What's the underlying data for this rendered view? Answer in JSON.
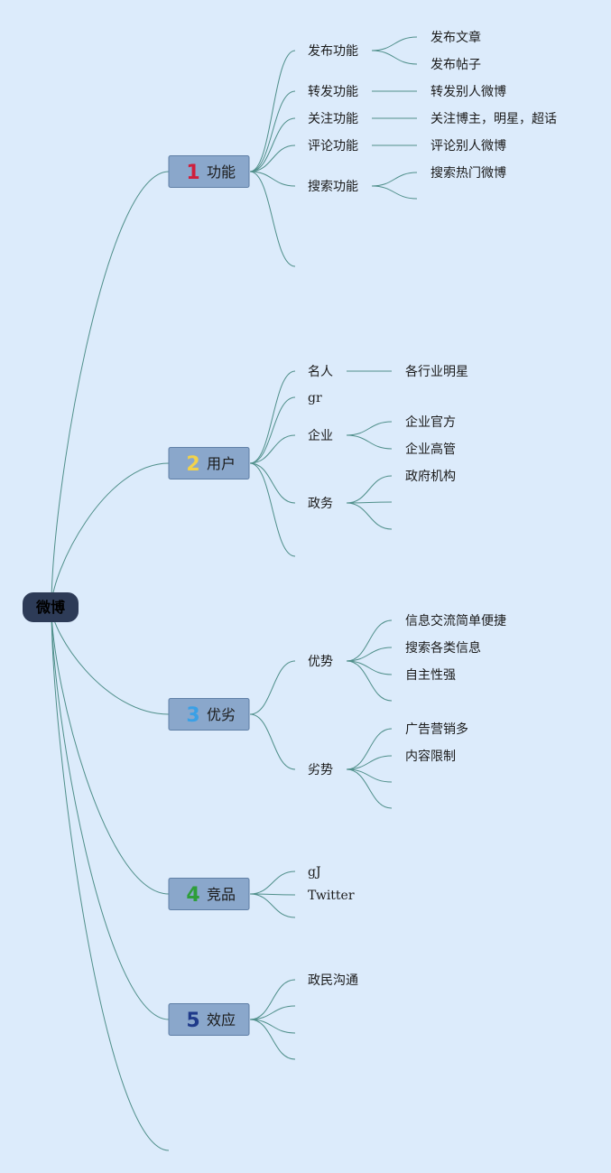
{
  "root": {
    "label": "微博"
  },
  "branches": [
    {
      "num": "1",
      "num_color": "#cf1f3c",
      "label": "功能",
      "children": [
        {
          "label": "发布功能",
          "leaves": [
            "发布文章",
            "发布帖子"
          ]
        },
        {
          "label": "转发功能",
          "leaves": [
            "转发别人微博"
          ]
        },
        {
          "label": "关注功能",
          "leaves": [
            "关注博主，明星，超话"
          ]
        },
        {
          "label": "评论功能",
          "leaves": [
            "评论别人微博"
          ]
        },
        {
          "label": "搜索功能",
          "leaves": [
            "搜索热门微博",
            ""
          ]
        },
        {
          "label": "",
          "leaves": []
        }
      ]
    },
    {
      "num": "2",
      "num_color": "#f2d24a",
      "label": "用户",
      "children": [
        {
          "label": "名人",
          "leaves": [
            "各行业明星"
          ]
        },
        {
          "label": "gr",
          "leaves": []
        },
        {
          "label": "企业",
          "leaves": [
            "企业官方",
            "企业高管"
          ]
        },
        {
          "label": "政务",
          "leaves": [
            "政府机构",
            "",
            ""
          ]
        },
        {
          "label": "",
          "leaves": []
        }
      ]
    },
    {
      "num": "3",
      "num_color": "#3aa0e6",
      "label": "优劣",
      "children": [
        {
          "label": "优势",
          "leaves": [
            "信息交流简单便捷",
            "搜索各类信息",
            "自主性强",
            ""
          ]
        },
        {
          "label": "劣势",
          "leaves": [
            "广告营销多",
            "内容限制",
            "",
            ""
          ]
        }
      ]
    },
    {
      "num": "4",
      "num_color": "#2e9e3a",
      "label": "竞品",
      "children": [
        {
          "label": "gJ",
          "leaves": []
        },
        {
          "label": "Twitter",
          "leaves": []
        },
        {
          "label": "",
          "leaves": []
        }
      ]
    },
    {
      "num": "5",
      "num_color": "#1f3a8a",
      "label": "效应",
      "children": [
        {
          "label": "政民沟通",
          "leaves": []
        },
        {
          "label": "",
          "leaves": []
        },
        {
          "label": "",
          "leaves": []
        },
        {
          "label": "",
          "leaves": []
        }
      ]
    }
  ]
}
